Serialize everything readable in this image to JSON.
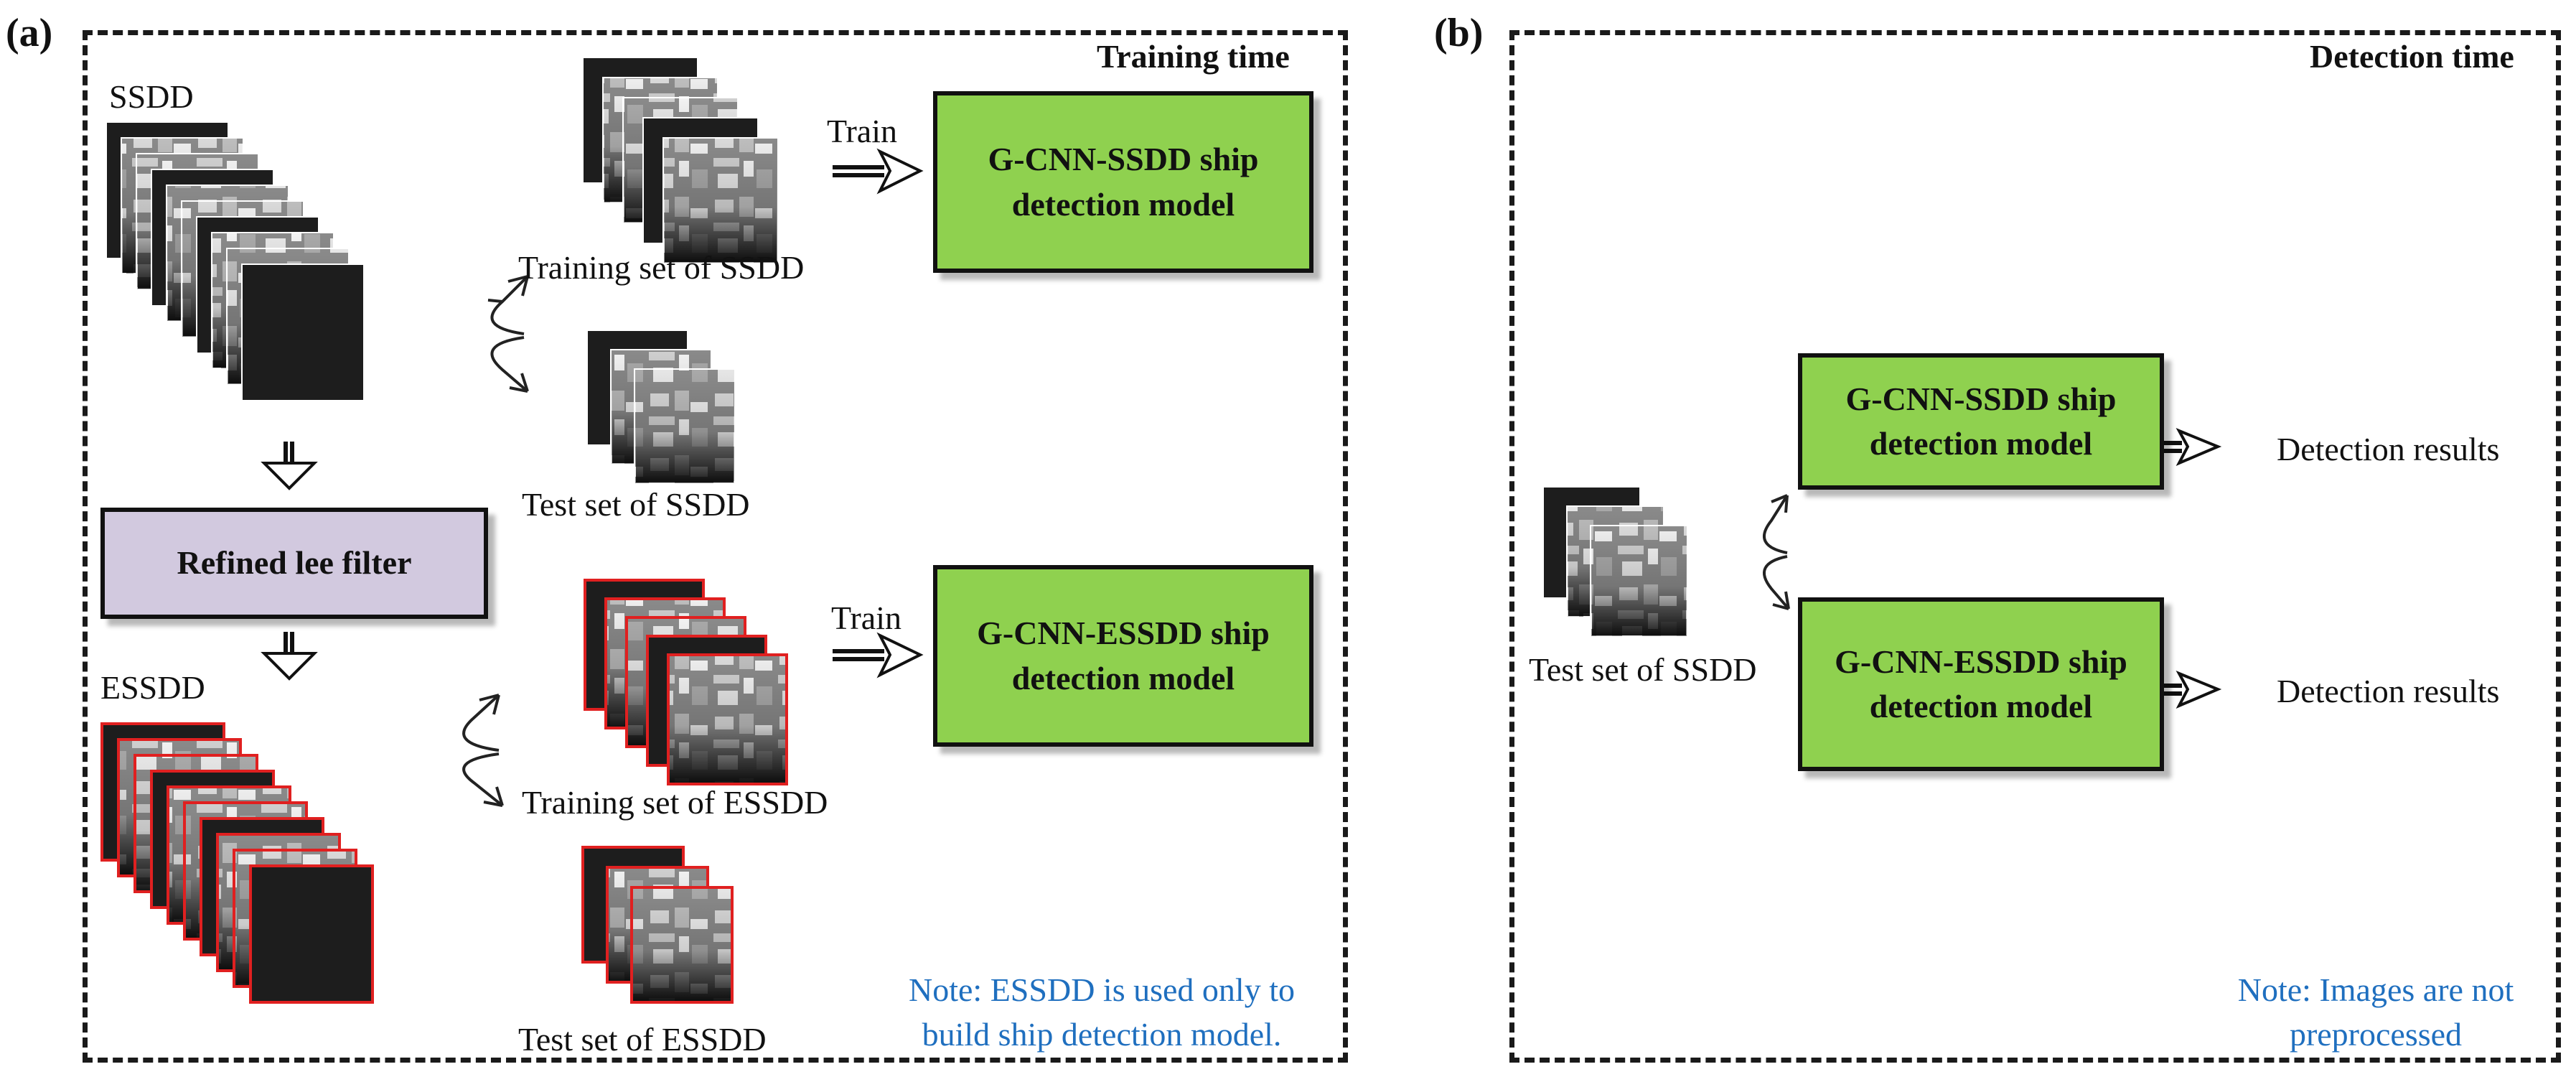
{
  "panel_a": {
    "label": "(a)",
    "corner_title": "Training time",
    "ssdd_label": "SSDD",
    "essdd_label": "ESSDD",
    "filter_label": "Refined lee filter",
    "training_set_ssdd": "Training set of SSDD",
    "test_set_ssdd": "Test set of SSDD",
    "training_set_essdd": "Training set of ESSDD",
    "test_set_essdd": "Test set of ESSDD",
    "train_label_top": "Train",
    "train_label_bottom": "Train",
    "model_ssdd_line1": "G-CNN-SSDD ship",
    "model_ssdd_line2": "detection model",
    "model_essdd_line1": "G-CNN-ESSDD ship",
    "model_essdd_line2": "detection model",
    "note_line1": "Note: ESSDD is used only to",
    "note_line2": "build ship detection model."
  },
  "panel_b": {
    "label": "(b)",
    "corner_title": "Detection time",
    "test_set_ssdd": "Test set of SSDD",
    "model_ssdd_line1": "G-CNN-SSDD ship",
    "model_ssdd_line2": "detection model",
    "model_essdd_line1": "G-CNN-ESSDD ship",
    "model_essdd_line2": "detection model",
    "result_top": "Detection results",
    "result_bottom": "Detection results",
    "note_line1": "Note: Images are not",
    "note_line2": "preprocessed"
  },
  "colors": {
    "model_box": "#8fd14f",
    "filter_box": "#d2c9df",
    "note_text": "#1f6fbf",
    "essdd_image_border": "#e02020"
  }
}
